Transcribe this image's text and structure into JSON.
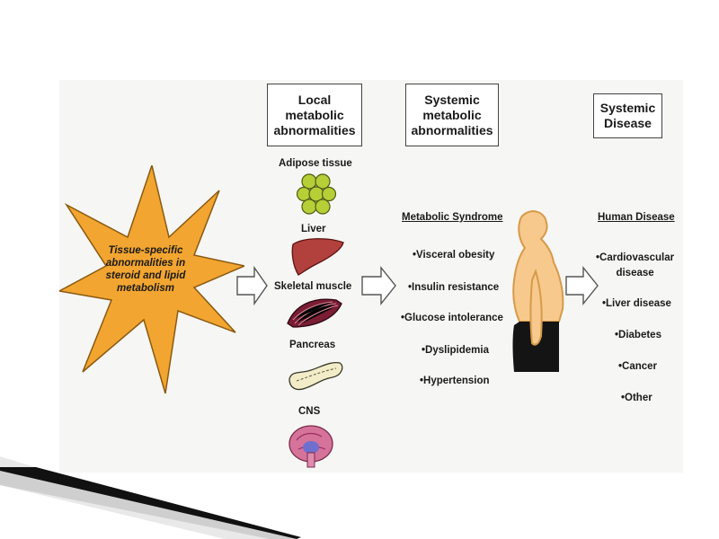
{
  "star": {
    "text": "Tissue-specific\nabnormalities in\nsteroid and lipid\nmetabolism"
  },
  "headers": {
    "local": "Local\nmetabolic\nabnormalities",
    "systemic": "Systemic\nmetabolic\nabnormalities",
    "disease": "Systemic\nDisease"
  },
  "organs": [
    "Adipose tissue",
    "Liver",
    "Skeletal muscle",
    "Pancreas",
    "CNS"
  ],
  "metabolic_syndrome": {
    "title": "Metabolic Syndrome",
    "items": [
      "•Visceral obesity",
      "•Insulin resistance",
      "•Glucose intolerance",
      "•Dyslipidemia",
      "•Hypertension"
    ]
  },
  "human_disease": {
    "title": "Human Disease",
    "items": [
      "•Cardiovascular\ndisease",
      "•Liver disease",
      "•Diabetes",
      "•Cancer",
      "•Other"
    ]
  },
  "colors": {
    "star": "#f2a530",
    "fat": "#b6cf37",
    "liver": "#b2403c",
    "muscle": "#7a1d33",
    "body": "#f7c98d",
    "pants": "#141414"
  }
}
